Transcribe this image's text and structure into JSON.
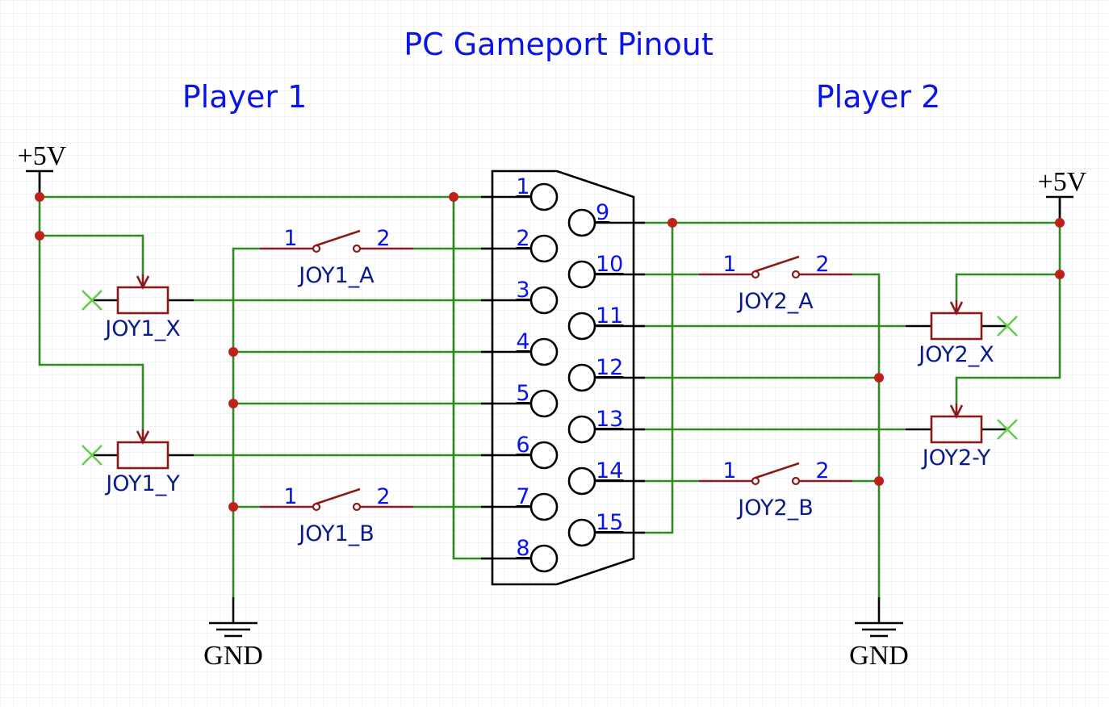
{
  "title": "PC Gameport Pinout",
  "players": {
    "p1": "Player 1",
    "p2": "Player 2"
  },
  "power": {
    "left": "+5V",
    "right": "+5V"
  },
  "ground": {
    "left": "GND",
    "right": "GND"
  },
  "connector": {
    "top_pins": [
      "1",
      "2",
      "3",
      "4",
      "5",
      "6",
      "7",
      "8"
    ],
    "bottom_pins": [
      "9",
      "10",
      "11",
      "12",
      "13",
      "14",
      "15"
    ]
  },
  "components": {
    "joy1_x": "JOY1_X",
    "joy1_y": "JOY1_Y",
    "joy1_a": "JOY1_A",
    "joy1_b": "JOY1_B",
    "joy2_a": "JOY2_A",
    "joy2_b": "JOY2_B",
    "joy2_x": "JOY2_X",
    "joy2_y": "JOY2-Y"
  },
  "switch_pins": {
    "a": "1",
    "b": "2"
  },
  "colors": {
    "wire": "#2e8b1e",
    "component": "#8b1a1a",
    "junction": "#c0201a",
    "text": "#0a14e6",
    "no_connect": "#66cc44",
    "grid": "#e6e6ee"
  }
}
